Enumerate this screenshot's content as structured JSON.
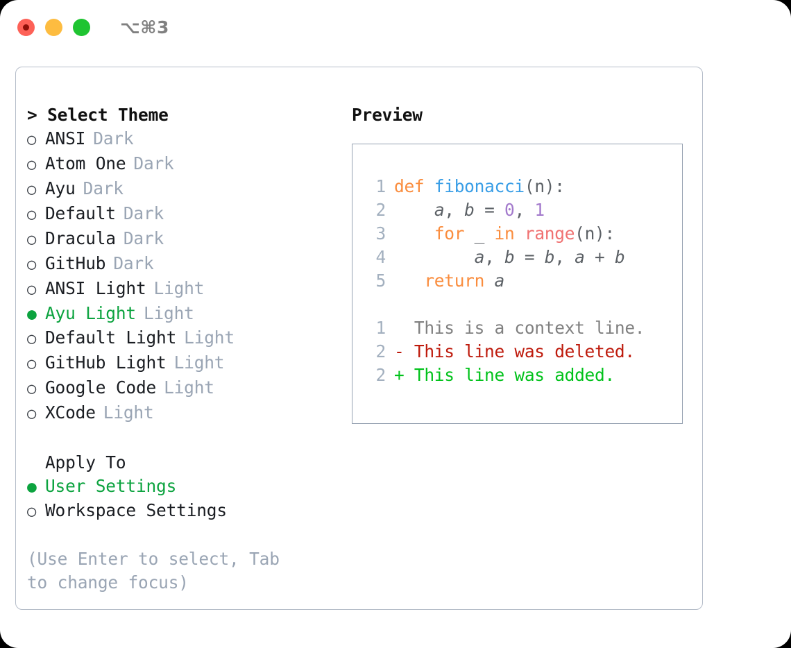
{
  "window": {
    "title_shortcut": "⌥⌘3",
    "traffic_lights": [
      "close",
      "minimize",
      "maximize"
    ]
  },
  "theme_picker": {
    "header": "> Select Theme",
    "marker_selected": "●",
    "marker_unselected": "○",
    "options": [
      {
        "name": "ANSI",
        "tag": "Dark",
        "selected": false
      },
      {
        "name": "Atom One",
        "tag": "Dark",
        "selected": false
      },
      {
        "name": "Ayu",
        "tag": "Dark",
        "selected": false
      },
      {
        "name": "Default",
        "tag": "Dark",
        "selected": false
      },
      {
        "name": "Dracula",
        "tag": "Dark",
        "selected": false
      },
      {
        "name": "GitHub",
        "tag": "Dark",
        "selected": false
      },
      {
        "name": "ANSI Light",
        "tag": "Light",
        "selected": false
      },
      {
        "name": "Ayu Light",
        "tag": "Light",
        "selected": true
      },
      {
        "name": "Default Light",
        "tag": "Light",
        "selected": false
      },
      {
        "name": "GitHub Light",
        "tag": "Light",
        "selected": false
      },
      {
        "name": "Google Code",
        "tag": "Light",
        "selected": false
      },
      {
        "name": "XCode",
        "tag": "Light",
        "selected": false
      }
    ]
  },
  "apply_to": {
    "header": "Apply To",
    "options": [
      {
        "name": "User Settings",
        "selected": true
      },
      {
        "name": "Workspace Settings",
        "selected": false
      }
    ]
  },
  "hint": "(Use Enter to select, Tab to change focus)",
  "preview": {
    "title": "Preview",
    "code_lines": [
      {
        "number": "1",
        "tokens": [
          {
            "text": "def ",
            "type": "kw"
          },
          {
            "text": "fibonacci",
            "type": "fn"
          },
          {
            "text": "(n):",
            "type": "pun"
          }
        ]
      },
      {
        "number": "2",
        "tokens": [
          {
            "text": "    ",
            "type": "pun"
          },
          {
            "text": "a",
            "type": "var"
          },
          {
            "text": ", ",
            "type": "pun"
          },
          {
            "text": "b",
            "type": "var"
          },
          {
            "text": " = ",
            "type": "pun"
          },
          {
            "text": "0",
            "type": "num"
          },
          {
            "text": ", ",
            "type": "pun"
          },
          {
            "text": "1",
            "type": "num"
          }
        ]
      },
      {
        "number": "3",
        "tokens": [
          {
            "text": "    ",
            "type": "pun"
          },
          {
            "text": "for",
            "type": "kw"
          },
          {
            "text": " _ ",
            "type": "pun"
          },
          {
            "text": "in",
            "type": "kw"
          },
          {
            "text": " ",
            "type": "pun"
          },
          {
            "text": "range",
            "type": "call"
          },
          {
            "text": "(n):",
            "type": "pun"
          }
        ]
      },
      {
        "number": "4",
        "tokens": [
          {
            "text": "        ",
            "type": "pun"
          },
          {
            "text": "a",
            "type": "var"
          },
          {
            "text": ", ",
            "type": "pun"
          },
          {
            "text": "b",
            "type": "var"
          },
          {
            "text": " = ",
            "type": "pun"
          },
          {
            "text": "b",
            "type": "var"
          },
          {
            "text": ", ",
            "type": "pun"
          },
          {
            "text": "a",
            "type": "var"
          },
          {
            "text": " + ",
            "type": "pun"
          },
          {
            "text": "b",
            "type": "var"
          }
        ]
      },
      {
        "number": "5",
        "tokens": [
          {
            "text": "   ",
            "type": "pun"
          },
          {
            "text": "return ",
            "type": "kw"
          },
          {
            "text": "a",
            "type": "var"
          }
        ]
      }
    ],
    "diff_lines": [
      {
        "number": "1",
        "marker": " ",
        "text": " This is a context line.",
        "kind": "ctx"
      },
      {
        "number": "2",
        "marker": "-",
        "text": " This line was deleted.",
        "kind": "del"
      },
      {
        "number": "2",
        "marker": "+",
        "text": " This line was added.",
        "kind": "add"
      }
    ]
  },
  "colors": {
    "accent_green": "#0CA33F",
    "tag_muted": "#9AA5B4",
    "keyword": "#FA8D3E",
    "function": "#399EE6",
    "number": "#A37ACC",
    "call": "#F07171",
    "diff_delete": "#BE1A0C",
    "diff_add": "#00C21A",
    "panel_border": "#B5BDC9"
  }
}
